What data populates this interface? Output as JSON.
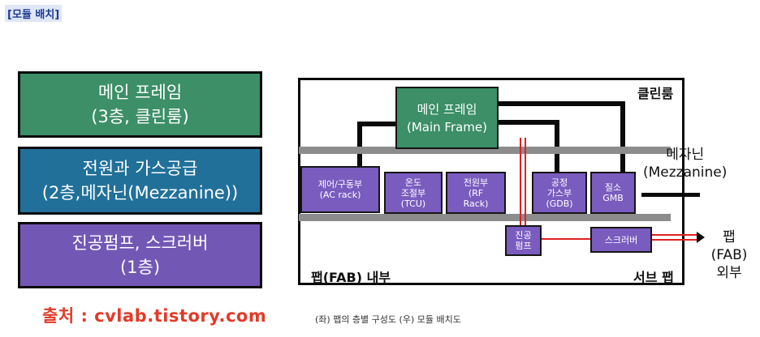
{
  "header": {
    "label": "[모듈 배치]"
  },
  "layers": [
    {
      "line1": "메인 프레임",
      "line2": "(3층, 클린룸)",
      "color": "#3c8f67"
    },
    {
      "line1": "전원과 가스공급",
      "line2": "(2층,메자닌(Mezzanine))",
      "color": "#21709a"
    },
    {
      "line1": "진공펌프, 스크러버",
      "line2": "(1층)",
      "color": "#7357b5"
    }
  ],
  "diagram": {
    "cleanroom_label": "클린룸",
    "mezzanine": {
      "line1": "메자닌",
      "line2": "(Mezzanine)"
    },
    "fab_inside_label": "팹(FAB) 내부",
    "sub_fab_label": "서브 팹",
    "fab_outside": {
      "line1": "팹",
      "line2": "(FAB)",
      "line3": "외부"
    },
    "main_frame": {
      "line1": "메인 프레임",
      "line2": "(Main Frame)"
    },
    "modules": [
      {
        "line1": "제어/구동부",
        "line2": "(AC  rack)",
        "line3": ""
      },
      {
        "line1": "온도",
        "line2": "조절부",
        "line3": "(TCU)"
      },
      {
        "line1": "전원부",
        "line2": "(RF",
        "line3": "Rack)"
      },
      {
        "line1": "공정",
        "line2": "가스부",
        "line3": "(GDB)"
      },
      {
        "line1": "질소",
        "line2": "GMB",
        "line3": ""
      }
    ],
    "pump": {
      "line1": "진공",
      "line2": "펌프"
    },
    "scrubber": {
      "line1": "스크러버"
    }
  },
  "credit": "출처 : cvlab.tistory.com",
  "caption": "(좌) 팹의 층별 구성도 (우) 모듈 배치도",
  "colors": {
    "main_green": "#3c8f67",
    "power_blue": "#21709a",
    "module_purple": "#7a5cbf",
    "arrow_red": "#e02020"
  }
}
